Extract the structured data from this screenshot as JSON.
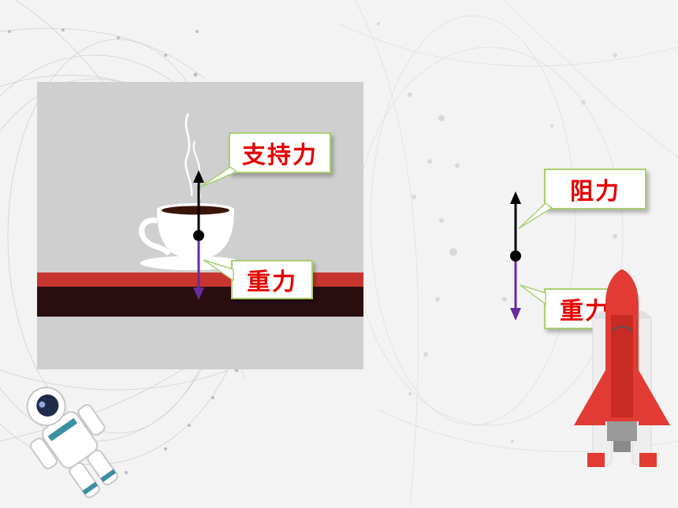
{
  "colors": {
    "background": "#f3f3f3",
    "panel": "#cfcfcf",
    "red_stripe": "#c8352f",
    "dark_stripe": "#2a0e10",
    "label_text": "#e60000",
    "callout_border": "#a9cf6f",
    "support_arrow": "#000000",
    "gravity_arrow": "#6a2b9a"
  },
  "cup_scene": {
    "support_label": "支持力",
    "gravity_label": "重力"
  },
  "rocket_scene": {
    "resistance_label": "阻力",
    "gravity_label": "重力"
  }
}
